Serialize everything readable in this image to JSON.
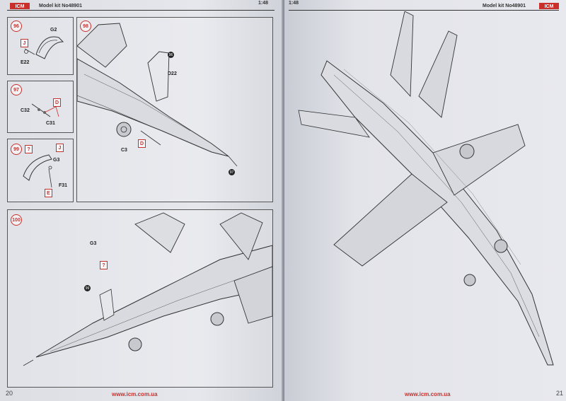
{
  "left_page": {
    "logo_text": "ICM",
    "model_kit": "Model kit No48901",
    "scale": "1:48",
    "page_number": "20",
    "url": "www.icm.com.ua",
    "steps": {
      "s96": {
        "number": "96",
        "parts": {
          "g2": "G2",
          "j": "J",
          "e22": "E22"
        }
      },
      "s97": {
        "number": "97",
        "parts": {
          "d": "D",
          "c32": "C32",
          "c31": "C31"
        }
      },
      "s98": {
        "number": "98",
        "parts": {
          "ref96": "96",
          "d22": "D22",
          "c3": "C3",
          "d": "D",
          "ref97": "97"
        }
      },
      "s99": {
        "number": "99",
        "parts": {
          "q": "?",
          "j": "J",
          "g3": "G3",
          "e": "E",
          "f31": "F31"
        }
      },
      "s100": {
        "number": "100",
        "parts": {
          "g3": "G3",
          "q": "?",
          "ref99": "99"
        }
      }
    }
  },
  "right_page": {
    "logo_text": "ICM",
    "model_kit": "Model kit No48901",
    "scale": "1:48",
    "page_number": "21",
    "url": "www.icm.com.ua"
  },
  "colors": {
    "accent_red": "#c9302c",
    "line_art": "#333333",
    "paper": "#e6e7ec"
  }
}
